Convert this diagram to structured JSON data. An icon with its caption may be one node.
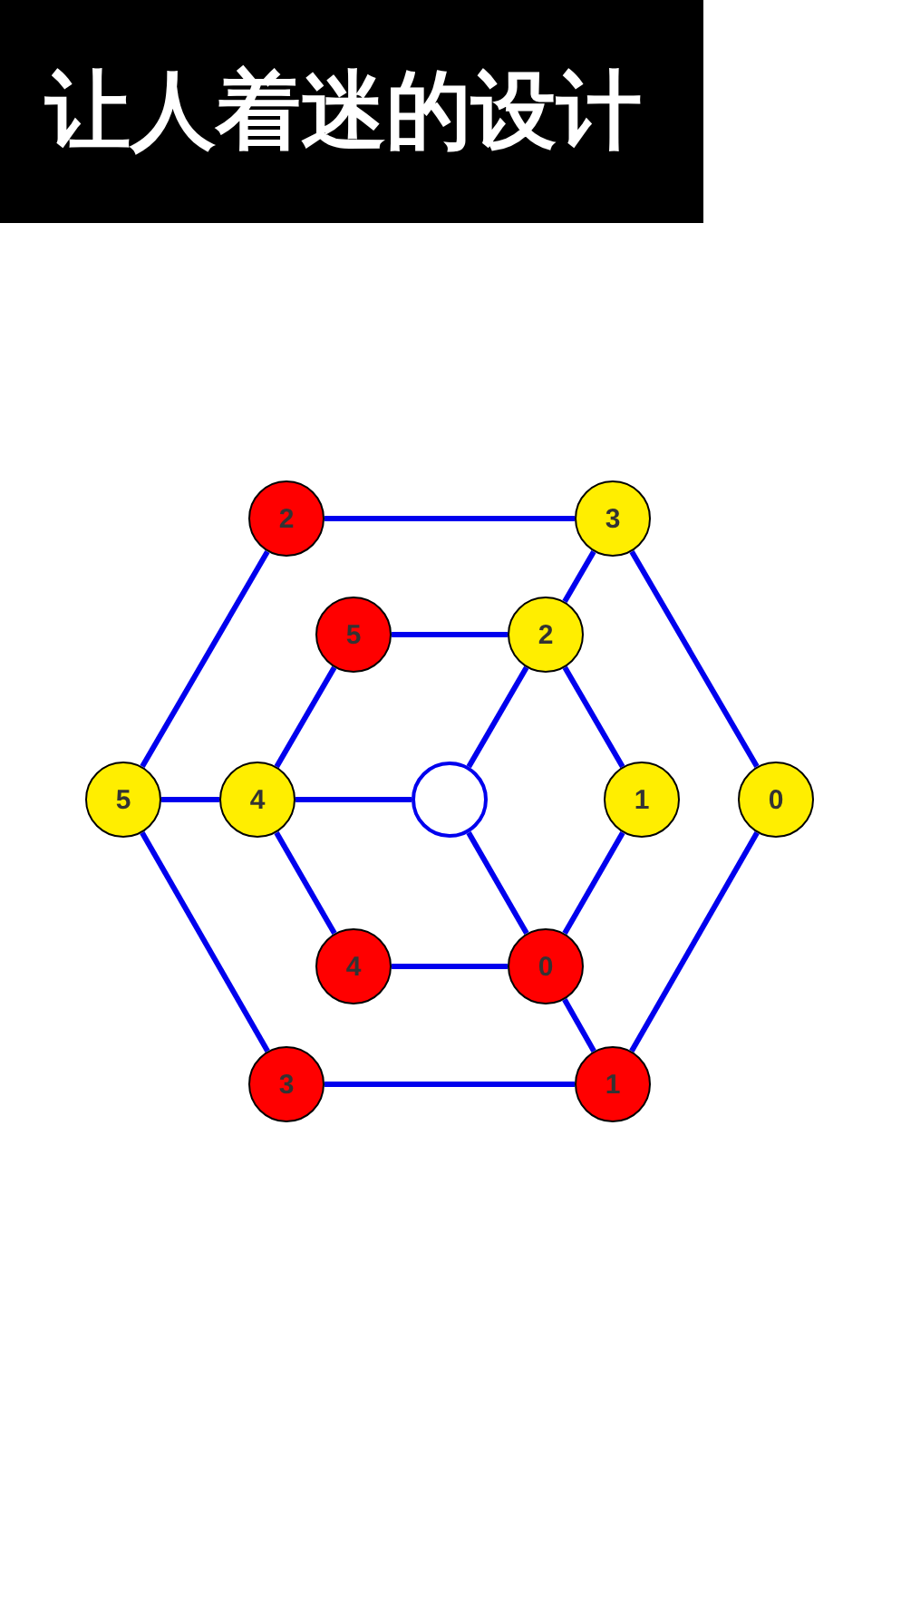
{
  "diagram": {
    "title": "让人着迷的设计",
    "nodes": [
      {
        "text": [
          "2"
        ]
      },
      {
        "text": [
          "3"
        ]
      },
      {
        "text": [
          "5"
        ]
      },
      {
        "text": [
          "2"
        ]
      },
      {
        "text": [
          "5"
        ]
      },
      {
        "text": [
          "4"
        ]
      },
      {
        "text": [],
        "shape": "circle"
      },
      {
        "text": [
          "1"
        ]
      },
      {
        "text": [
          "0"
        ]
      },
      {
        "text": [
          "4"
        ]
      },
      {
        "text": [
          "0"
        ]
      },
      {
        "text": [
          "3"
        ]
      },
      {
        "text": [
          "1"
        ]
      }
    ],
    "edges": [
      {
        "from": 0,
        "to": 1,
        "arrow": "none"
      },
      {
        "from": 1,
        "to": 8,
        "arrow": "none"
      },
      {
        "from": 8,
        "to": 12,
        "arrow": "none"
      },
      {
        "from": 12,
        "to": 11,
        "arrow": "none"
      },
      {
        "from": 11,
        "to": 4,
        "arrow": "none"
      },
      {
        "from": 4,
        "to": 0,
        "arrow": "none"
      },
      {
        "from": 2,
        "to": 3,
        "arrow": "none"
      },
      {
        "from": 3,
        "to": 7,
        "arrow": "none"
      },
      {
        "from": 7,
        "to": 10,
        "arrow": "none"
      },
      {
        "from": 10,
        "to": 9,
        "arrow": "none"
      },
      {
        "from": 9,
        "to": 5,
        "arrow": "none"
      },
      {
        "from": 5,
        "to": 2,
        "arrow": "none"
      },
      {
        "from": 4,
        "to": 5,
        "arrow": "none"
      },
      {
        "from": 1,
        "to": 3,
        "arrow": "none"
      },
      {
        "from": 12,
        "to": 10,
        "arrow": "none"
      },
      {
        "from": 6,
        "to": 5,
        "arrow": "none"
      },
      {
        "from": 6,
        "to": 3,
        "arrow": "none"
      },
      {
        "from": 6,
        "to": 10,
        "arrow": "none"
      }
    ]
  }
}
